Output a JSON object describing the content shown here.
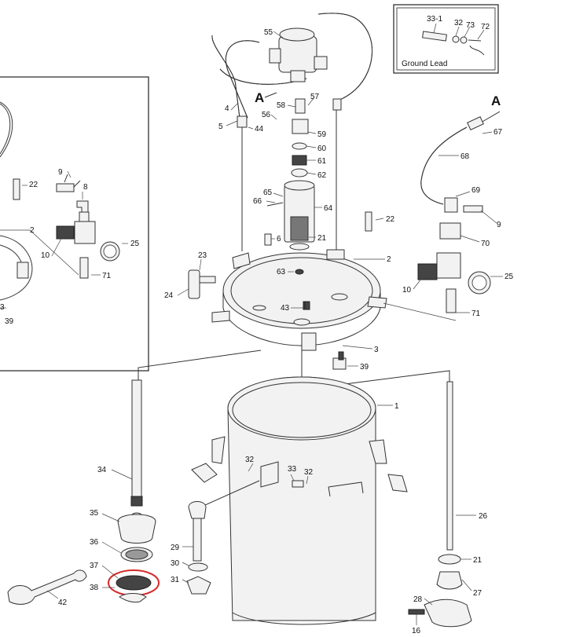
{
  "inset_ground_lead": {
    "caption": "Ground Lead",
    "labels": [
      "33-1",
      "32",
      "73",
      "72"
    ]
  },
  "flow_arrows": [
    "A",
    "A"
  ],
  "labels": {
    "p55": "55",
    "p57": "57",
    "p58": "58",
    "p56": "56",
    "p59": "59",
    "p60": "60",
    "p61": "61",
    "p62": "62",
    "p65": "65",
    "p66": "66",
    "p64": "64",
    "p6": "6",
    "p21a": "21",
    "p4": "4",
    "p5": "5",
    "p44": "44",
    "p22": "22",
    "p2": "2",
    "p23": "23",
    "p24": "24",
    "p63": "63",
    "p43": "43",
    "p3": "3",
    "p39": "39",
    "p67": "67",
    "p68": "68",
    "p69": "69",
    "p9": "9",
    "p70": "70",
    "p25": "25",
    "p10": "10",
    "p71": "71",
    "p1": "1",
    "p34": "34",
    "p35": "35",
    "p36": "36",
    "p37": "37",
    "p38": "38",
    "p42": "42",
    "p32a": "32",
    "p33": "33",
    "p32b": "32",
    "p29": "29",
    "p30": "30",
    "p31": "31",
    "p26": "26",
    "p21b": "21",
    "p27": "27",
    "p28": "28",
    "p16": "16"
  },
  "left_inset_labels": {
    "l9": "9",
    "l22": "22",
    "l8": "8",
    "l2": "2",
    "l25": "25",
    "l10": "10",
    "l71": "71",
    "l3": "3",
    "l39": "39"
  },
  "highlight": {
    "color": "#d42a2a",
    "target_part": "38"
  }
}
